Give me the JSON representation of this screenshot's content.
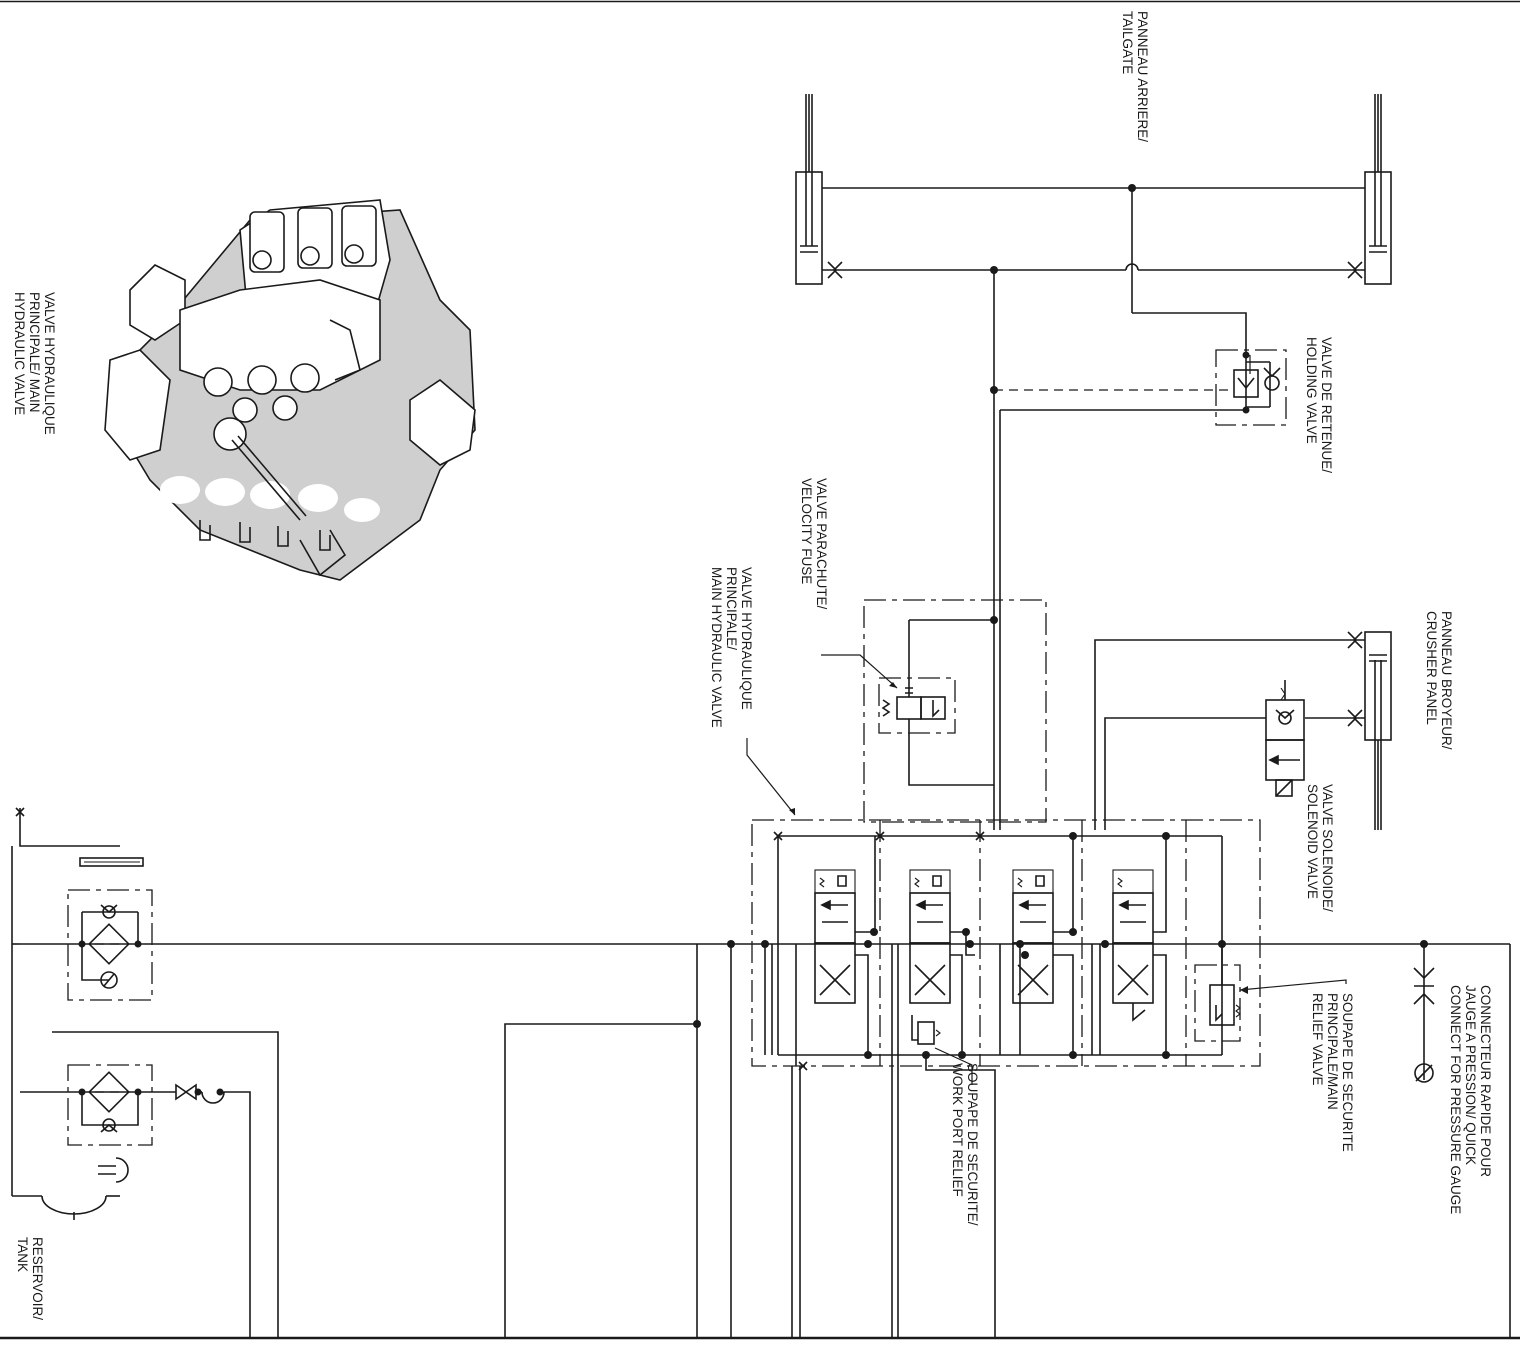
{
  "labels": {
    "tailgate": "PANNEAU ARRIERE/\nTAILGATE",
    "holding_valve": "VALVE DE RETENUE/\nHOLDING VALVE",
    "velocity_fuse": "VALVE PARACHUTE/\nVELOCITY FUSE",
    "main_valve_schematic": "VALVE HYDRAULIQUE\nPRINCIPALE/\nMAIN HYDRAULIC VALVE",
    "main_valve_picture": "VALVE HYDRAULIQUE\nPRINCIPALE/ MAIN\nHYDRAULIC VALVE",
    "crusher_panel": "PANNEAU BROYEUR/\nCRUSHER PANEL",
    "solenoid_valve": "VALVE SOLENOIDE/\nSOLENOID VALVE",
    "main_relief": "SOUPAPE DE SECURITE\nPRINCIPALE/MAIN\nRELIEF VALVE",
    "work_port_relief": "SOUPAPE DE SECURITE/\nWORK PORT RELIEF",
    "quick_connect": "CONNECTEUR RAPIDE POUR\nJAUGE A PRESSION/ QUICK\nCONNECT FOR PRESSURE GAUGE",
    "tank": "RESERVOIR/\nTANK"
  }
}
